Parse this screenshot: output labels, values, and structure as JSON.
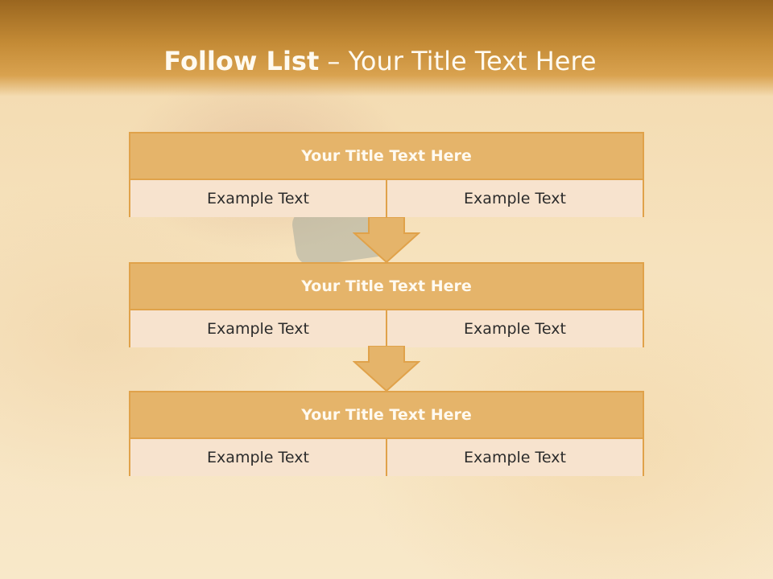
{
  "title": {
    "bold": "Follow List",
    "rest": " – Your Title Text Here"
  },
  "blocks": [
    {
      "title": "Your Title Text Here",
      "left": "Example Text",
      "right": "Example Text"
    },
    {
      "title": "Your Title Text Here",
      "left": "Example Text",
      "right": "Example Text"
    },
    {
      "title": "Your Title Text Here",
      "left": "Example Text",
      "right": "Example Text"
    }
  ],
  "colors": {
    "accent": "#e0a24a",
    "header_fill": "#e5b46a",
    "cell_fill": "#f7e3ce"
  }
}
